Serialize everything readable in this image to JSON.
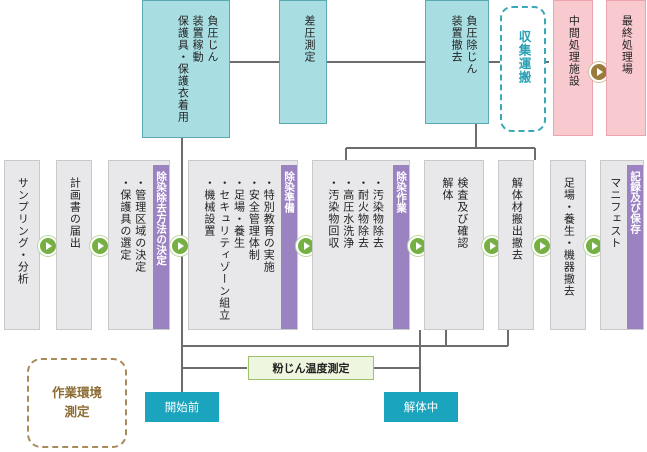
{
  "top": {
    "negative_pressure_setup": "負圧じん\n装置稼動\n保護具・保護衣着用",
    "pressure_measure": "差圧測定",
    "negative_pressure_removal": "負圧除じん\n装置撤去",
    "transport": "収集運搬",
    "intermediate": "中間処理施設",
    "final": "最終処理場"
  },
  "steps": {
    "sampling": "サンプリング・分析",
    "plan": "計画書の届出",
    "decide_list": "・管理区域の決定\n・保護具の選定",
    "decide_tag": "除染除去方法の決定",
    "prep_list": "・特別教育の実施\n・安全管理体制\n・足場・養生\n・セキュリティゾーン組立\n・機械設置",
    "prep_tag": "除染準備",
    "work_list": "・汚染物除去\n・耐火物除去\n・高圧水洗浄\n・汚染物回収",
    "work_tag": "除染作業",
    "inspect": "検査及び確認\n解体",
    "remove": "解体材搬出撤去",
    "scaffold_remove": "足場・養生・機器撤去",
    "manifest": "マニフェスト",
    "record_tag": "記録及び保存"
  },
  "bottom": {
    "dust_temp": "粉じん温度測定",
    "before": "開始前",
    "during": "解体中",
    "environment": "作業環境\n測定"
  },
  "colors": {
    "teal_fill": "#a8dde2",
    "pink_fill": "#f8c9cf",
    "purple_tag": "#9b83c1",
    "green_arrow": "#76b043",
    "button_teal": "#1aa4be",
    "line_gray": "#6d6d6d"
  }
}
